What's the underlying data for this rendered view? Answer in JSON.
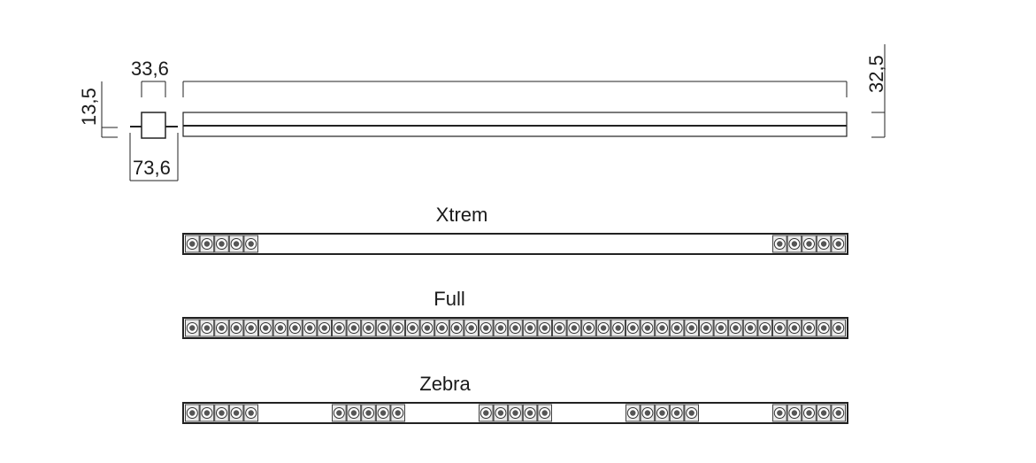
{
  "dimensions": {
    "cross_section_width": "33,6",
    "cross_section_height": "13,5",
    "overall_width": "73,6",
    "profile_height": "32,5"
  },
  "variants": [
    {
      "title": "Xtrem",
      "pattern": [
        [
          0,
          5
        ],
        [
          40,
          5
        ]
      ]
    },
    {
      "title": "Full",
      "pattern": [
        [
          0,
          45
        ]
      ]
    },
    {
      "title": "Zebra",
      "pattern": [
        [
          0,
          5
        ],
        [
          10,
          5
        ],
        [
          20,
          5
        ],
        [
          30,
          5
        ],
        [
          40,
          5
        ]
      ]
    }
  ],
  "module_slots_per_bar": 45
}
